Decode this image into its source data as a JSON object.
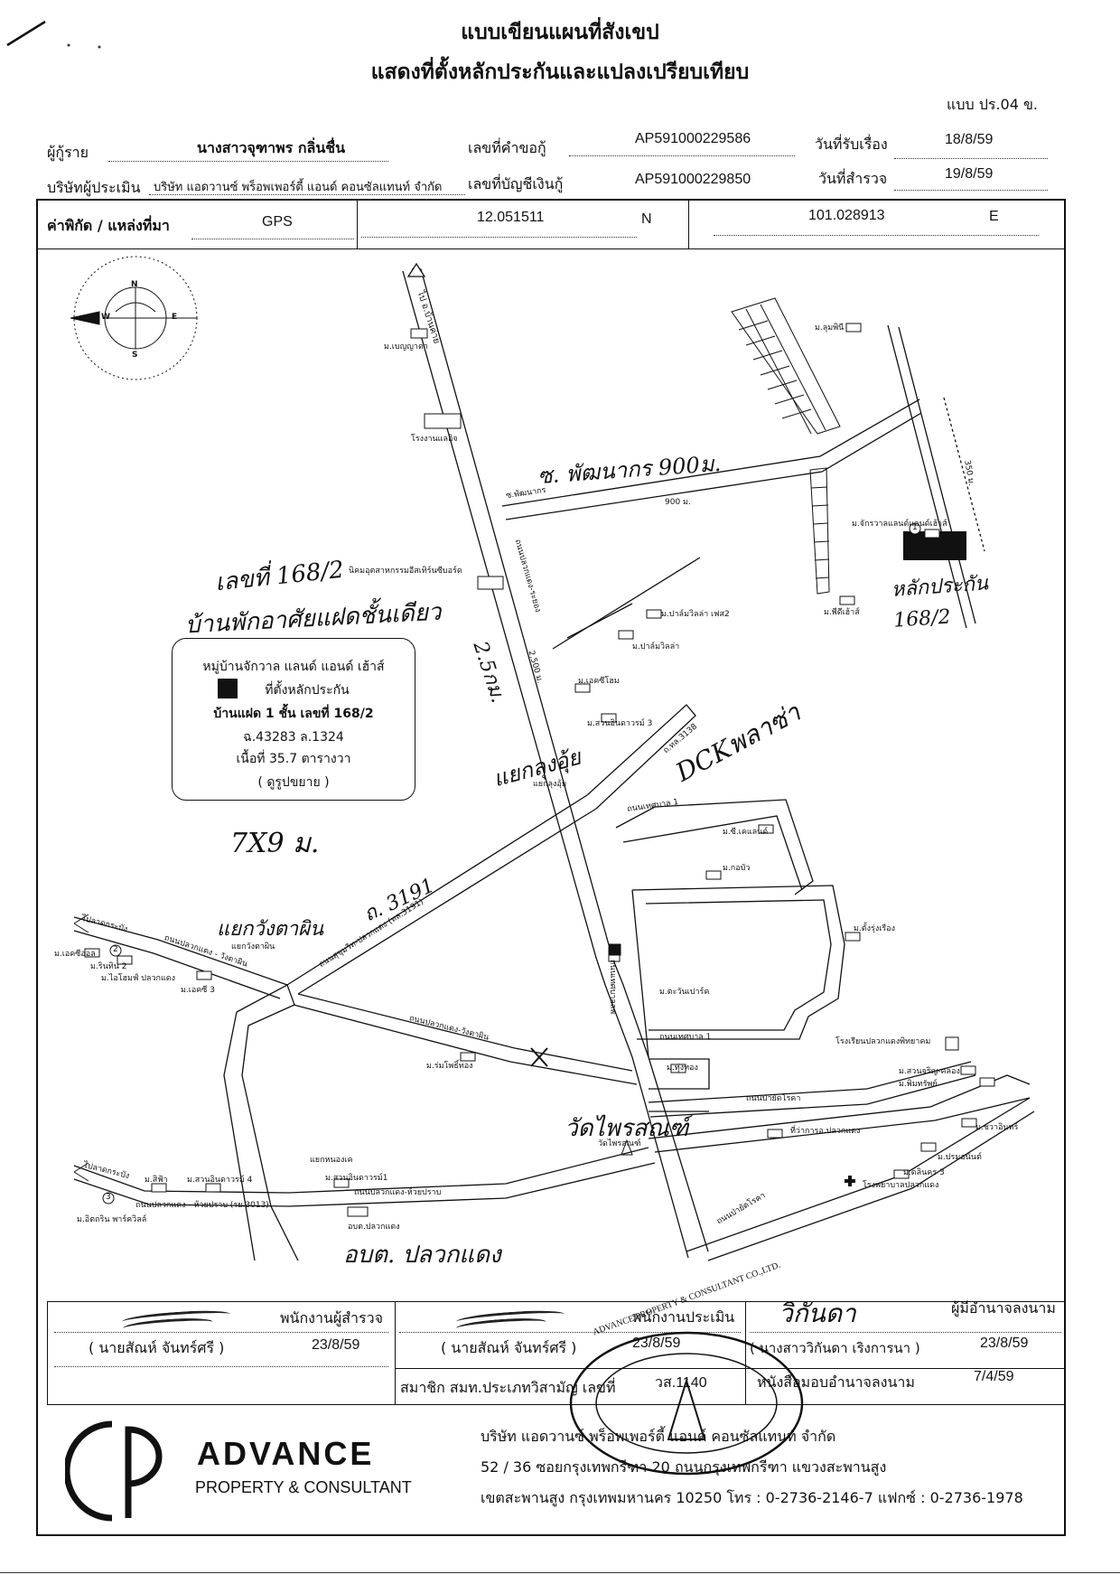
{
  "header": {
    "title_line1": "แบบเขียนแผนที่สังเขป",
    "title_line2": "แสดงที่ตั้งหลักประกันและแปลงเปรียบเทียบ",
    "form_code": "แบบ ปร.04 ข."
  },
  "info": {
    "borrower_label": "ผู้กู้ราย",
    "borrower_name": "นางสาวจุฑาพร  กลิ่นชื่น",
    "loan_request_label": "เลขที่คำขอกู้",
    "loan_request_no": "AP591000229586",
    "received_date_label": "วันที่รับเรื่อง",
    "received_date": "18/8/59",
    "appraiser_label": "บริษัทผู้ประเมิน",
    "appraiser_company": "บริษัท แอดวานซ์ พร็อพเพอร์ตี้ แอนด์ คอนซัลแทนท์ จำกัด",
    "loan_account_label": "เลขที่บัญชีเงินกู้",
    "loan_account_no": "AP591000229850",
    "survey_date_label": "วันที่สำรวจ",
    "survey_date": "19/8/59"
  },
  "coords": {
    "label": "ค่าพิกัด / แหล่งที่มา",
    "source": "GPS",
    "lat": "12.051511",
    "lat_dir": "N",
    "lon": "101.028913",
    "lon_dir": "E"
  },
  "map": {
    "compass": {
      "n": "N",
      "s": "S",
      "w": "W",
      "e": "E"
    },
    "legend": {
      "line1": "หมู่บ้านจักวาล แลนด์ แอนด์ เฮ้าส์",
      "line2": "ที่ตั้งหลักประกัน",
      "line3": "บ้านแฝด 1 ชั้น เลขที่ 168/2",
      "line4": "ฉ.43283 ล.1324",
      "line5": "เนื้อที่ 35.7 ตารางวา",
      "line6": "( ดูรูปขยาย )"
    },
    "handwritten": {
      "house_no": "เลขที่ 168/2",
      "house_type": "บ้านพักอาศัยแฝดชั้นเดียว",
      "size": "7X9 ม.",
      "soi": "ซ. พัฒนากร  900ม.",
      "dist": "2.5กม.",
      "junction": "แยกลุงอุ้ย",
      "plaza": "DCKพลาซ่า",
      "road": "ถ. 3191",
      "junction2": "แยกวังตาผิน",
      "temple": "วัดไพรสณฑ์",
      "collateral": "หลักประกัน 168/2",
      "sao": "อบต. ปลวกแดง"
    },
    "labels": {
      "to_ban_khai": "ไป อ.บ้านค่าย",
      "m_benya": "ม.เบญญาดา",
      "factory": "โรงงานแลอิจ",
      "soi_phatthanakon": "ซ.พัฒนากร",
      "dist_900": "900 ม.",
      "dist_350": "350 ม.",
      "m_chakrawan": "ม.จักรวาลแลนด์แอนด์เฮ้าส์",
      "m_lumbi": "ม.ลุมพินี",
      "m_phrip": "ม.พีดีเฮ้าส์",
      "eastern_seaboard": "นิคมอุตสาหกรรมอีสเทิร์นซีบอร์ด",
      "road_plkd_rayong": "ถนนปลวกแดง-ระยอง",
      "dist_2500": "2,500 ม.",
      "m_palm_villa2": "ม.ปาล์มวิลล่า เฟส2",
      "m_palm_villa": "ม.ปาล์มวิลล่า",
      "m_ecoholm": "ม.เอคซีโฮม",
      "m_suan3": "ม.สวนอินดาวรม์ 3",
      "road_3138": "ถ.ทล.3138",
      "junction_lung": "แยกลุงอุ้ย",
      "road_thetsaban1": "ถนนเทศบาล 1",
      "m_ck_land": "ม.ซี.เคแลนด์",
      "m_kobua": "ม.กอบัว",
      "m_tangrung": "ม.ตั้งรุ่งเรือง",
      "road_3191": "ถนนสุขุมวิท-ปลวกแดง (ทล.3191)",
      "to_lat_krabang": "ไปลาดกระบัง",
      "junction_wang": "แยกวังตาผิน",
      "road_plkd_wang": "ถนนปลวกแดง - วังตาผิน",
      "m_ecohome": "ม.เอคซีออล",
      "m_rinthin2": "ม.รินทิน 2",
      "m_ihome": "ม.ไอโฮมฟ์ ปลวกแดง",
      "m_ecosi3": "ม.เอคซี 3",
      "m_tawan": "ม.ตะวันเปาร์ค",
      "road_thetsaban_side": "ถนนเทศบาลลพ",
      "road_thetsaban1b": "ถนนเทศบาล 1",
      "school": "โรงเรียนปลวกแดงพิทยาคม",
      "road_plkd_wang2": "ถนนปลวกแดง-วังตาผิน",
      "m_rom": "ม.ร่มโพธิ์ทอง",
      "m_thepnimit": "ม.ทุ่งทอง",
      "m_suan_jaroen": "ม.สวนจริญ-คลอง",
      "m_pimsap": "ม.พิมทรัพย์",
      "road_pabanmai": "ถนนป่ายัดโรคา",
      "m_cha": "ม.ชวาอินทร์",
      "market": "ที่ว่าการอ.ปลวกแดง",
      "temple_label": "วัดไพรสณฑ์",
      "m_promonth": "ม.ปรมอนันต์",
      "m_nakorn3": "ม.ดลินคร 3",
      "hospital": "โรงพยาบาลปลวกแดง",
      "road_pabanmai2": "ถนนป่ายัดโรคา",
      "junction_nong": "แยกหนองเค",
      "to_lat2": "ไปลาดกระบัง",
      "m_sipha": "ม.สิฟ้า",
      "m_suan4": "ม.สวนอินดาวรม์ 4",
      "m_suan1": "ม.สวนอินดาวรม์1",
      "road_plkd_huai": "ถนนปลวกแดง-ห้วยปราบ",
      "road_plkd_huai2": "ถนนปลวกแดง - ห้วยปราบ (รย.3013)",
      "m_ekarin": "ม.อิตถริน พาร์ควิลล์",
      "sao_label": "อบต.ปลวกแดง",
      "n1": "1",
      "n2": "2",
      "n3": "3"
    }
  },
  "signoff": {
    "surveyor_role": "พนักงานผู้สำรวจ",
    "surveyor_name": "( นายสัณห์  จันทร์ศรี )",
    "surveyor_date": "23/8/59",
    "appraiser_role": "พนักงานประเมิน",
    "appraiser_name": "( นายสัณห์  จันทร์ศรี )",
    "appraiser_date": "23/8/59",
    "member_label": "สมาชิก สมท.ประเภทวิสามัญ เลขที่",
    "member_no": "วส.1140",
    "authority_role": "ผู้มีอำนาจลงนาม",
    "authority_name": "( นางสาววิกันดา  เริงการนา )",
    "authority_date": "23/8/59",
    "delegate_label": "หนังสือมอบอำนาจลงนาม",
    "delegate_date": "7/4/59",
    "authority_signature": "วิกันดา"
  },
  "footer": {
    "logo_word": "ADVANCE",
    "logo_sub": "PROPERTY & CONSULTANT",
    "company_name": "บริษัท  แอดวานซ์ พร็อพเพอร์ตี้ แอนด์ คอนซัลแทนท์  จำกัด",
    "address1": "52 / 36  ซอยกรุงเทพกรีฑา 20 ถนนกรุงเทพกรีฑา  แขวงสะพานสูง",
    "address2": "เขตสะพานสูง  กรุงเทพมหานคร  10250   โทร : 0-2736-2146-7  แฟกซ์ : 0-2736-1978",
    "stamp_text": "ADVANCE PROPERTY & CONSULTANT CO.,LTD."
  },
  "colors": {
    "ink": "#111111",
    "paper": "#ffffff",
    "fill": "#111111"
  }
}
